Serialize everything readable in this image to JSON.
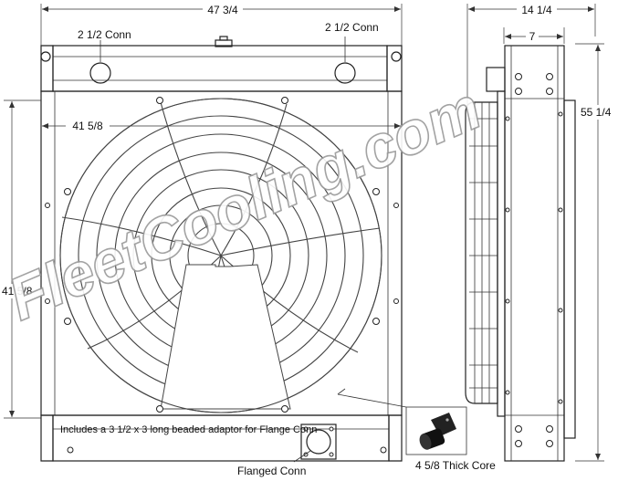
{
  "drawing": {
    "watermark": "FleetCooling.com",
    "front_view": {
      "overall_width": "47 3/4",
      "inner_width": "41 5/8",
      "height": "41 5/8",
      "left_connection": "2 1/2 Conn",
      "right_connection": "2 1/2 Conn",
      "flanged_label": "Flanged Conn",
      "adaptor_note": "Includes a 3 1/2 x 3 long beaded adaptor for Flange Conn"
    },
    "side_view": {
      "overall_depth": "14 1/4",
      "inner_depth": "7",
      "height": "55 1/4",
      "core_label": "4 5/8 Thick Core"
    }
  }
}
